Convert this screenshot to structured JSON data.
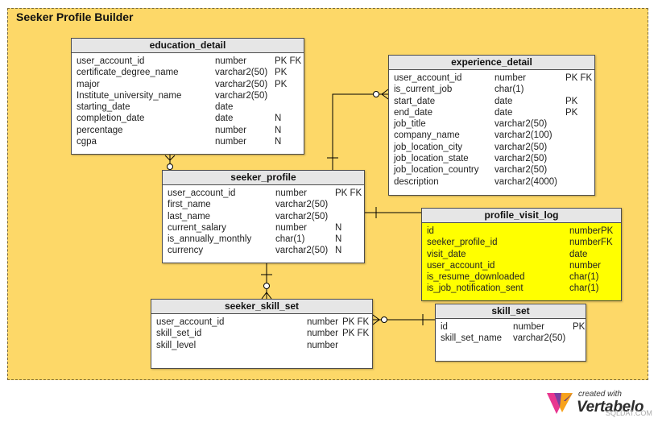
{
  "diagram": {
    "area_title": "Seeker Profile Builder",
    "tables": [
      {
        "name": "education_detail",
        "highlight": false,
        "columns": [
          {
            "name": "user_account_id",
            "type": "number",
            "flags": "PK FK"
          },
          {
            "name": "certificate_degree_name",
            "type": "varchar2(50)",
            "flags": "PK"
          },
          {
            "name": "major",
            "type": "varchar2(50)",
            "flags": "PK"
          },
          {
            "name": "Institute_university_name",
            "type": "varchar2(50)",
            "flags": ""
          },
          {
            "name": "starting_date",
            "type": "date",
            "flags": ""
          },
          {
            "name": "completion_date",
            "type": "date",
            "flags": "N"
          },
          {
            "name": "percentage",
            "type": "number",
            "flags": "N"
          },
          {
            "name": "cgpa",
            "type": "number",
            "flags": "N"
          }
        ]
      },
      {
        "name": "experience_detail",
        "highlight": false,
        "columns": [
          {
            "name": "user_account_id",
            "type": "number",
            "flags": "PK FK"
          },
          {
            "name": "is_current_job",
            "type": "char(1)",
            "flags": ""
          },
          {
            "name": "start_date",
            "type": "date",
            "flags": "PK"
          },
          {
            "name": "end_date",
            "type": "date",
            "flags": "PK"
          },
          {
            "name": "job_title",
            "type": "varchar2(50)",
            "flags": ""
          },
          {
            "name": "company_name",
            "type": "varchar2(100)",
            "flags": ""
          },
          {
            "name": "job_location_city",
            "type": "varchar2(50)",
            "flags": ""
          },
          {
            "name": "job_location_state",
            "type": "varchar2(50)",
            "flags": ""
          },
          {
            "name": "job_location_country",
            "type": "varchar2(50)",
            "flags": ""
          },
          {
            "name": "description",
            "type": "varchar2(4000)",
            "flags": ""
          }
        ]
      },
      {
        "name": "seeker_profile",
        "highlight": false,
        "columns": [
          {
            "name": "user_account_id",
            "type": "number",
            "flags": "PK FK"
          },
          {
            "name": "first_name",
            "type": "varchar2(50)",
            "flags": ""
          },
          {
            "name": "last_name",
            "type": "varchar2(50)",
            "flags": ""
          },
          {
            "name": "current_salary",
            "type": "number",
            "flags": "N"
          },
          {
            "name": "is_annually_monthly",
            "type": "char(1)",
            "flags": "N"
          },
          {
            "name": "currency",
            "type": "varchar2(50)",
            "flags": "N"
          }
        ]
      },
      {
        "name": "profile_visit_log",
        "highlight": true,
        "columns": [
          {
            "name": "id",
            "type": "number",
            "flags": "PK"
          },
          {
            "name": "seeker_profile_id",
            "type": "number",
            "flags": "FK"
          },
          {
            "name": "visit_date",
            "type": "date",
            "flags": ""
          },
          {
            "name": "user_account_id",
            "type": "number",
            "flags": ""
          },
          {
            "name": "is_resume_downloaded",
            "type": "char(1)",
            "flags": ""
          },
          {
            "name": "is_job_notification_sent",
            "type": "char(1)",
            "flags": ""
          }
        ]
      },
      {
        "name": "seeker_skill_set",
        "highlight": false,
        "columns": [
          {
            "name": "user_account_id",
            "type": "number",
            "flags": "PK FK"
          },
          {
            "name": "skill_set_id",
            "type": "number",
            "flags": "PK FK"
          },
          {
            "name": "skill_level",
            "type": "number",
            "flags": ""
          }
        ]
      },
      {
        "name": "skill_set",
        "highlight": false,
        "columns": [
          {
            "name": "id",
            "type": "number",
            "flags": "PK"
          },
          {
            "name": "skill_set_name",
            "type": "varchar2(50)",
            "flags": ""
          }
        ]
      }
    ]
  },
  "credit": {
    "small": "created with",
    "big": "Vertabelo",
    "watermark": "SQLDAT.COM"
  },
  "colors": {
    "area_fill": "#fdd868",
    "highlight_table": "#ffff00",
    "logo": [
      "#e8368f",
      "#7b3fa0",
      "#f7a21b"
    ]
  }
}
